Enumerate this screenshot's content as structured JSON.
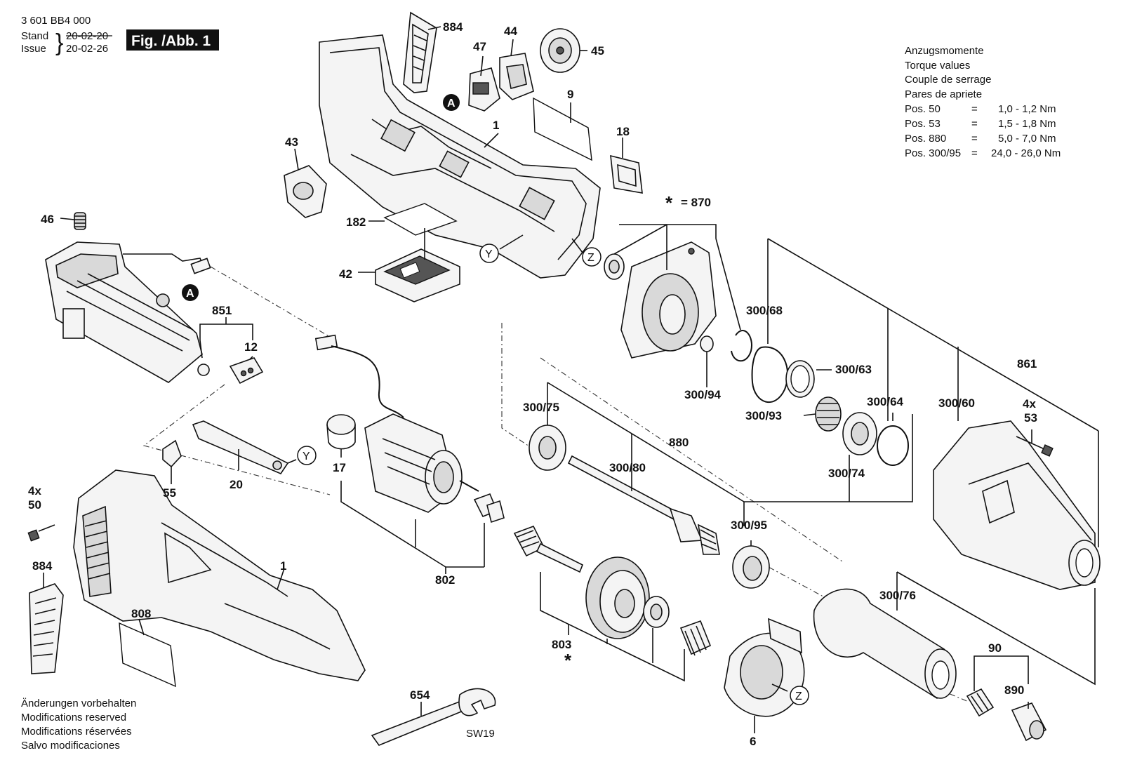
{
  "header": {
    "doc_number": "3 601 BB4 000",
    "stand_label": "Stand",
    "issue_label": "Issue",
    "stand_date_struck": "20-02-20",
    "issue_date": "20-02-26",
    "fig_label": "Fig. /Abb. 1"
  },
  "torque": {
    "lines": [
      "Anzugsmomente",
      "Torque values",
      "Couple de serrage",
      "Pares de apriete"
    ],
    "rows": [
      {
        "pos": "Pos.   50",
        "eq": "=",
        "val": "1,0 -   1,2 Nm"
      },
      {
        "pos": "Pos.   53",
        "eq": "=",
        "val": "1,5 -   1,8 Nm"
      },
      {
        "pos": "Pos. 880",
        "eq": "=",
        "val": "5,0 -   7,0 Nm"
      },
      {
        "pos": "Pos. 300/95",
        "eq": "=",
        "val": "24,0 - 26,0 Nm"
      }
    ]
  },
  "notes": [
    "Änderungen vorbehalten",
    "Modifications reserved",
    "Modifications réservées",
    "Salvo modificaciones"
  ],
  "markers": {
    "A": "A",
    "Y": "Y",
    "Z": "Z",
    "star": "*"
  },
  "callouts": {
    "c884a": "884",
    "c44": "44",
    "c47": "47",
    "c45": "45",
    "c9": "9",
    "c1a": "1",
    "c18": "18",
    "c43": "43",
    "c870": "= 870",
    "c46": "46",
    "c182": "182",
    "c42": "42",
    "c851": "851",
    "c12": "12",
    "c30068": "300/68",
    "c30063": "300/63",
    "c30094": "300/94",
    "c861": "861",
    "c30093": "300/93",
    "c30064": "300/64",
    "c30060": "300/60",
    "c4x53a": "4x",
    "c4x53b": "53",
    "c30075": "300/75",
    "c880": "880",
    "c30080": "300/80",
    "c30074": "300/74",
    "c17": "17",
    "c55": "55",
    "c20": "20",
    "c4x50a": "4x",
    "c4x50b": "50",
    "c30095": "300/95",
    "c884b": "884",
    "c1b": "1",
    "c802": "802",
    "c808": "808",
    "c30076": "300/76",
    "c803": "803",
    "c90": "90",
    "c890": "890",
    "c654": "654",
    "csw19": "SW19",
    "c6": "6"
  }
}
